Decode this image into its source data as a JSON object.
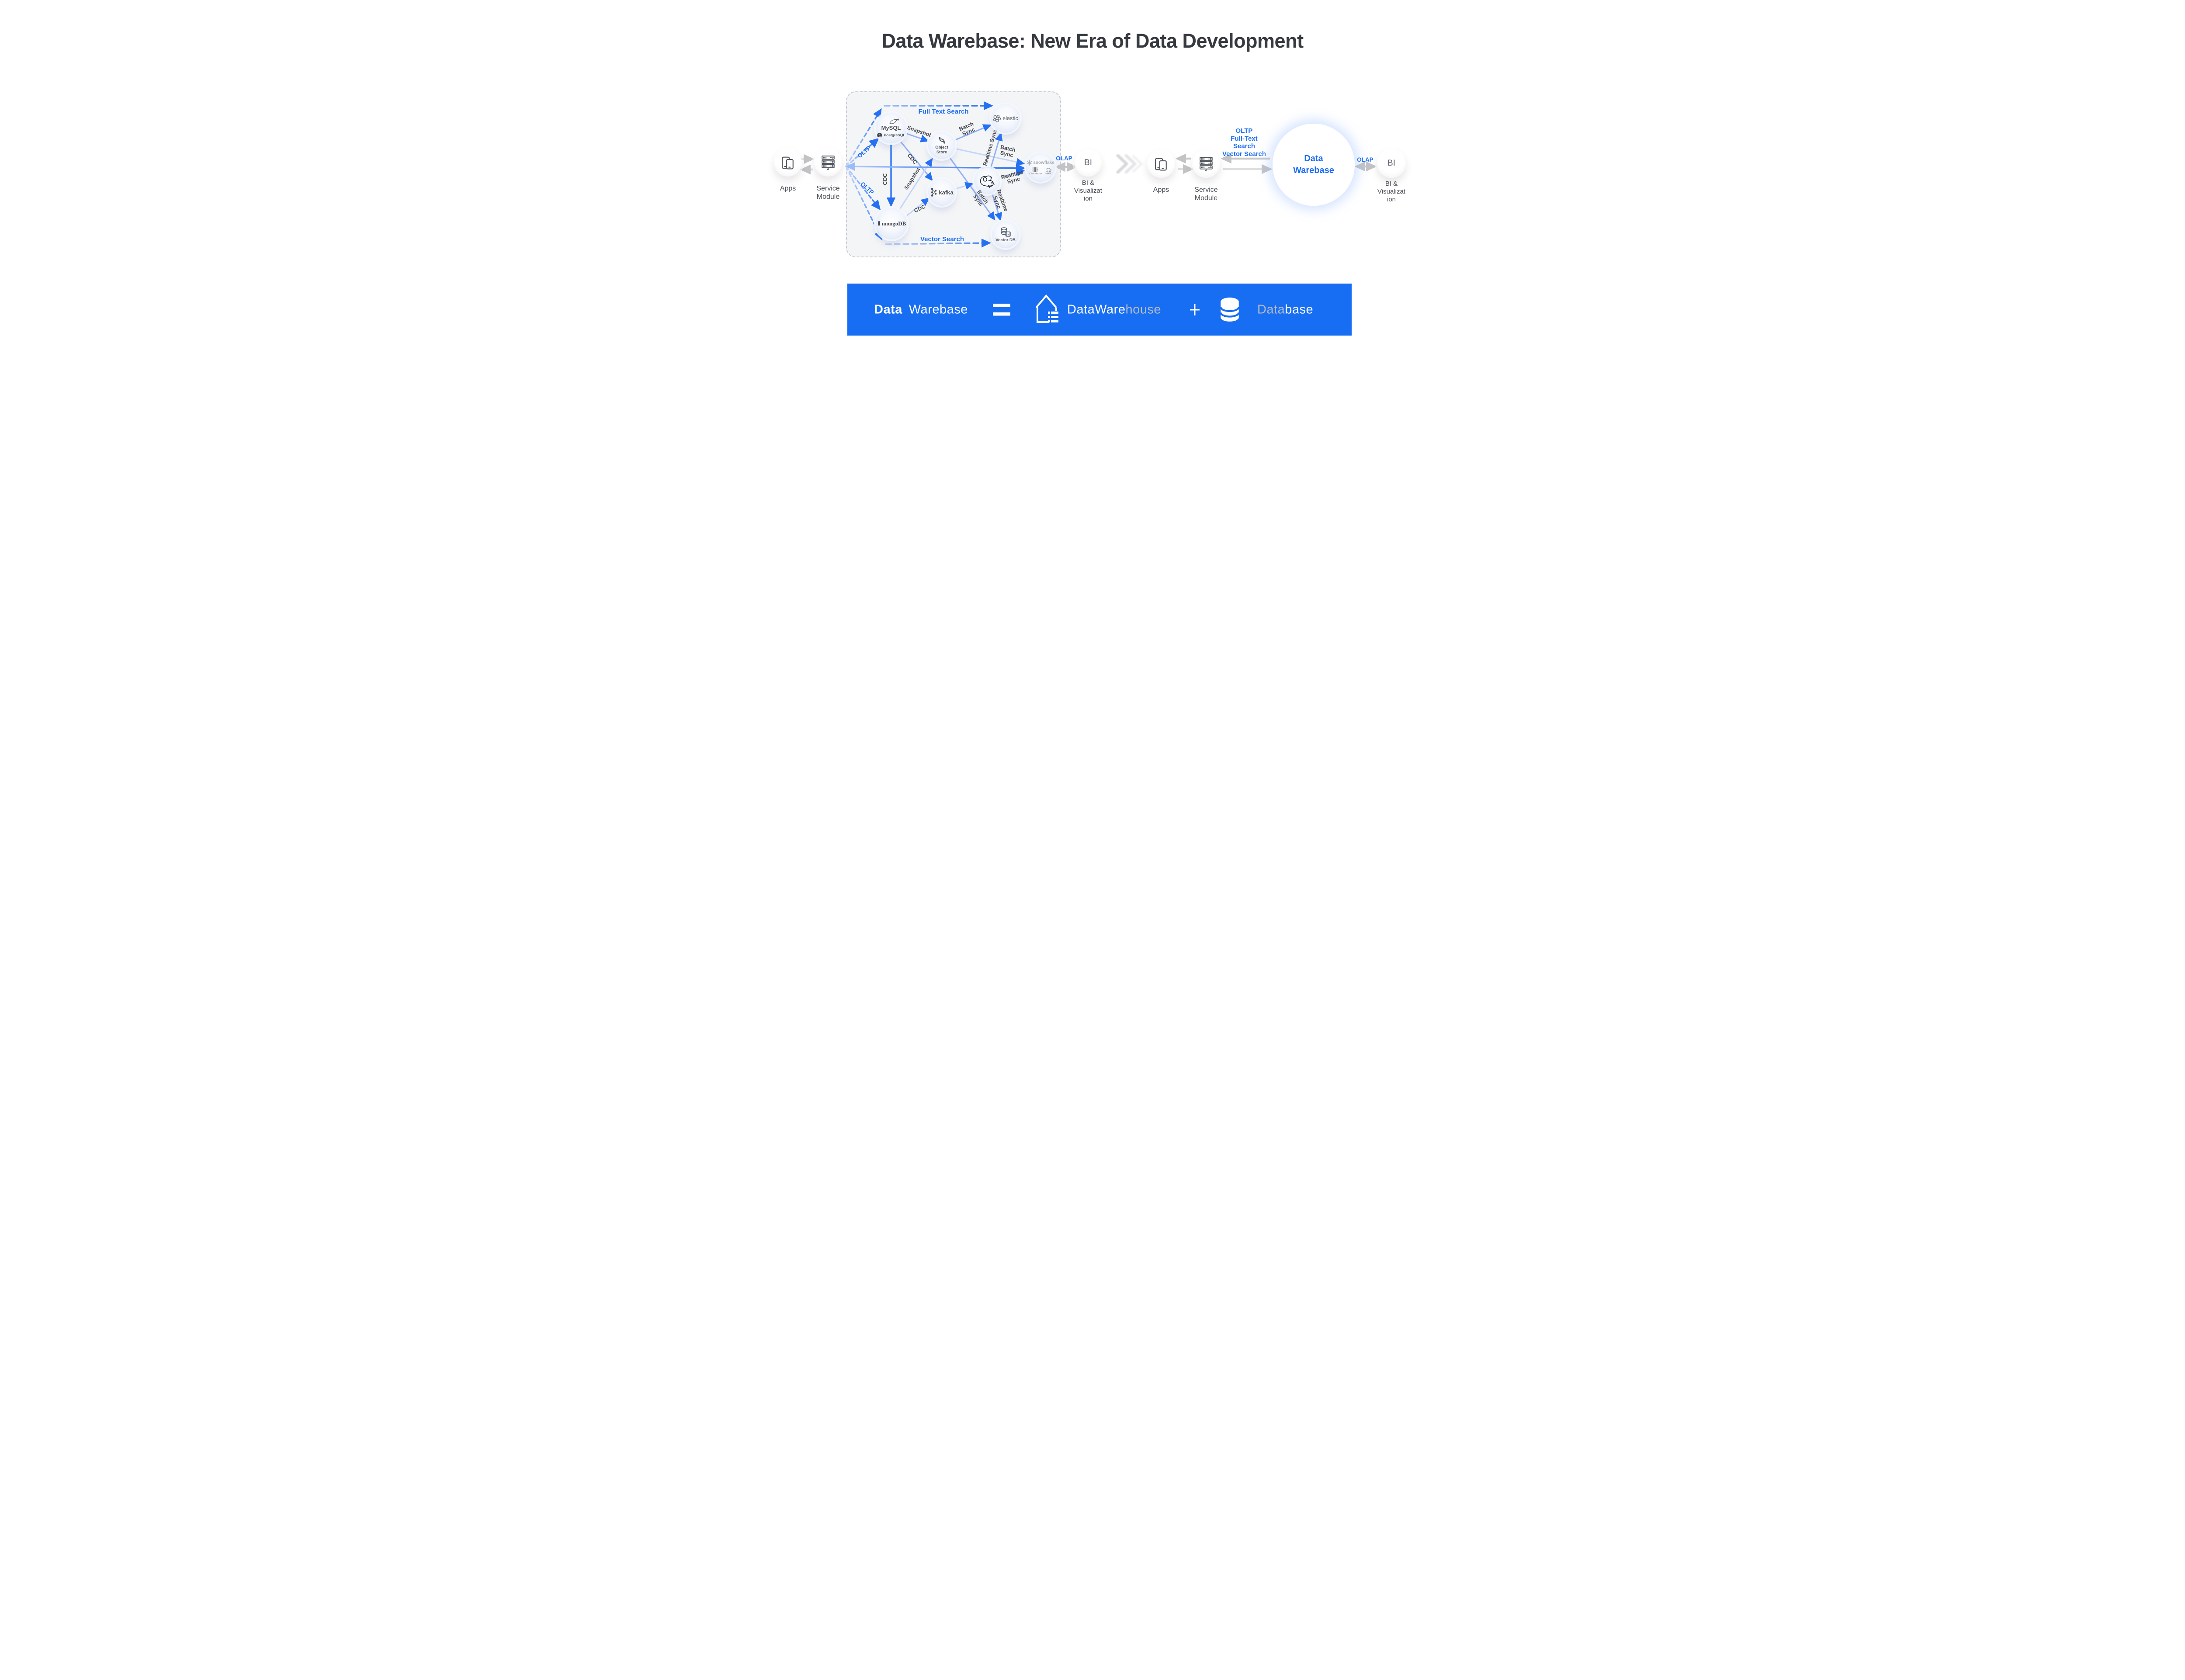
{
  "title": "Data Warebase: New Era of Data Development",
  "colors": {
    "accent": "#1d6ef2",
    "banner_blue": "#176ef3",
    "label_dark": "#43474e",
    "arrow_gray": "#c6c6c9"
  },
  "left": {
    "apps": "Apps",
    "service": "Service Module",
    "bi": "BI",
    "bi_caption": "BI & Visualization",
    "olap": "OLAP"
  },
  "box": {
    "full_text_search": "Full Text Search",
    "vector_search": "Vector Search",
    "oltp": "OLTP",
    "labels": {
      "snapshot": "Snapshot",
      "cdc": "CDC",
      "batch_sync": "Batch Sync",
      "realtime_sync": "Realtime Sync"
    },
    "nodes": {
      "mysql": "MySQL",
      "postgresql": "PostgreSQL",
      "object_store": "Object Store",
      "kafka": "kafka",
      "mongodb": "mongoDB",
      "elastic": "elastic",
      "snowflake": "snowflake",
      "clickhouse": "ClickHouse",
      "hive": "HIVE",
      "vector_db": "Vector DB",
      "vector_icon_letter": "a"
    }
  },
  "right": {
    "apps": "Apps",
    "service": "Service Module",
    "capabilities": [
      "OLTP",
      "Full-Text Search",
      "Vector Search"
    ],
    "warebase": "Data Warebase",
    "olap": "OLAP",
    "bi": "BI",
    "bi_caption": "BI & Visualization"
  },
  "banner": {
    "brand_bold": "Data",
    "brand_light": "Warebase",
    "warehouse_white": "DataWare",
    "warehouse_gray": "house",
    "database_gray": "Data",
    "database_white": "base"
  },
  "icons": [
    "phones-icon",
    "server-icon",
    "dolphin-icon",
    "postgres-elephant-icon",
    "chain-link-icon",
    "kafka-dots-icon",
    "mongodb-leaf-icon",
    "elastic-bubbles-icon",
    "flink-squirrel-icon",
    "snowflake-icon",
    "clickhouse-bars-icon",
    "hive-elephant-icon",
    "vector-db-icon",
    "equals-icon",
    "warehouse-house-icon",
    "plus-icon",
    "database-cylinder-icon",
    "chevron-transition-icon"
  ]
}
